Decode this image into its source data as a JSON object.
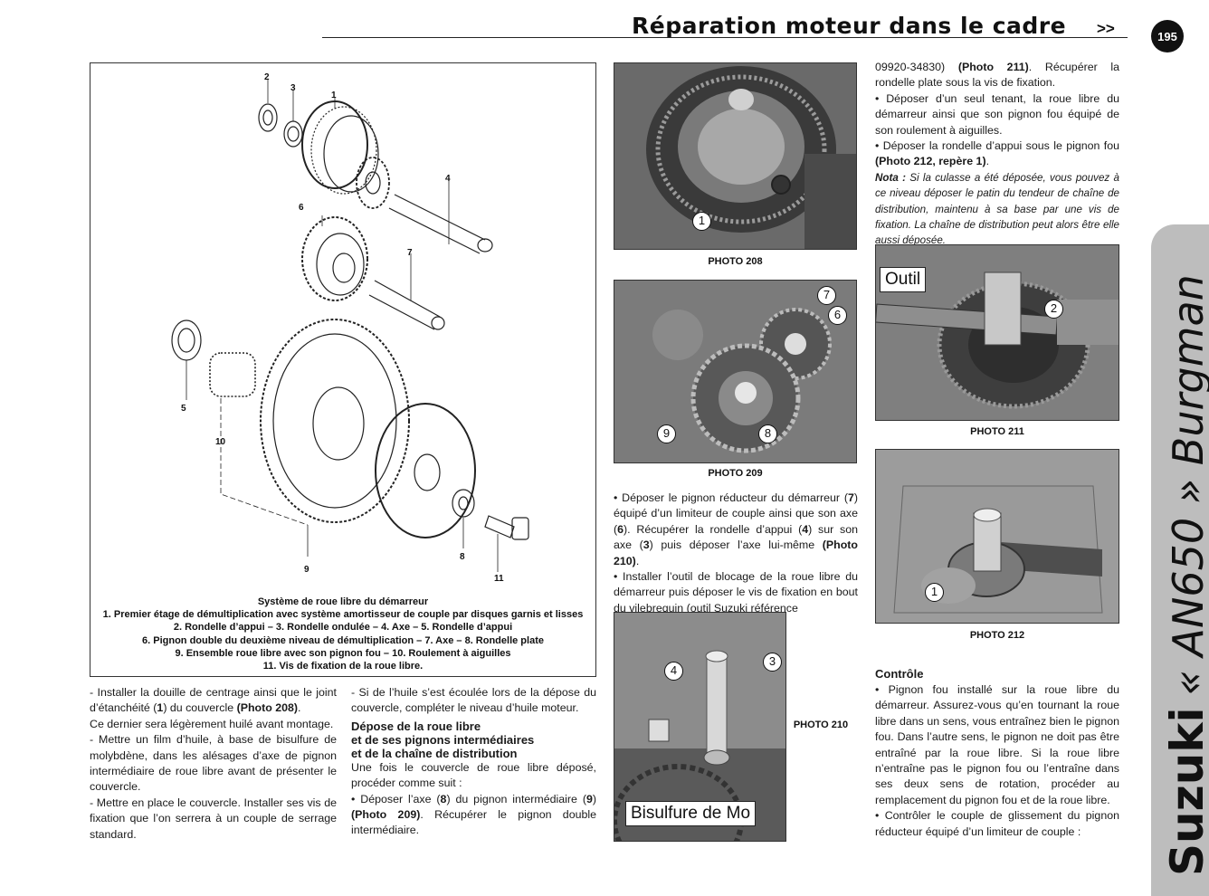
{
  "header": {
    "title": "Réparation moteur dans le cadre",
    "arrows": ">>",
    "page_number": "195"
  },
  "side_tab": {
    "brand": "Suzuki",
    "model": "« AN650 » Burgman"
  },
  "diagram": {
    "part_labels": {
      "p1": "1",
      "p2": "2",
      "p3": "3",
      "p4": "4",
      "p5": "5",
      "p6": "6",
      "p7": "7",
      "p8": "8",
      "p9": "9",
      "p10": "10",
      "p11": "11"
    },
    "caption_lines": [
      "Système de roue libre du démarreur",
      "1. Premier étage de démultiplication avec système amortisseur de couple par disques garnis et lisses",
      "2. Rondelle d’appui – 3. Rondelle ondulée – 4. Axe – 5. Rondelle d’appui",
      "6. Pignon double du deuxième niveau de démultiplication – 7. Axe – 8. Rondelle plate",
      "9. Ensemble roue libre avec son pignon fou – 10. Roulement à aiguilles",
      "11. Vis de fixation de la roue libre."
    ]
  },
  "col1": {
    "p1": "- Installer la douille de centrage ainsi que le joint d’étanchéité (",
    "p1_ref": "1",
    "p1_mid": ") du couvercle ",
    "p1_photo": "(Photo 208)",
    "p1_end": ".",
    "p2": " Ce dernier sera légèrement huilé avant montage.",
    "p3": "- Mettre un film d’huile, à base de bisulfure de molybdène, dans les alésages d’axe de pignon intermédiaire de roue libre avant de présenter le couvercle.",
    "p4": "- Mettre en place le couvercle. Installer ses vis de fixation que l’on serrera à un couple de serrage standard."
  },
  "col2": {
    "p1": "- Si de l’huile s’est écoulée lors de la dépose du couvercle, compléter le niveau d’huile moteur.",
    "heading_lines": [
      "Dépose de la roue libre",
      "et de ses pignons intermédiaires",
      "et de la chaîne de distribution"
    ],
    "p2": "Une fois le couvercle de roue libre déposé, procéder comme suit :",
    "p3_a": "• Déposer l’axe (",
    "p3_b": "8",
    "p3_c": ") du pignon intermédiaire (",
    "p3_d": "9",
    "p3_e": ") ",
    "p3_photo": "(Photo 209)",
    "p3_f": ". Récupérer le pignon double intermédiaire."
  },
  "col3": {
    "a1": "• Déposer le pignon réducteur du démarreur (",
    "a2": "7",
    "a3": ") équipé d’un limiteur de couple ainsi que son axe (",
    "a4": "6",
    "a5": "). Récupérer la rondelle d’appui (",
    "a6": "4",
    "a7": ") sur son axe (",
    "a8": "3",
    "a9": ") puis déposer l’axe lui-même ",
    "a_photo": "(Photo 210)",
    "a10": ".",
    "b": "• Installer l’outil de blocage de la roue libre du démarreur puis déposer le vis de fixation en bout du vilebrequin (outil Suzuki référence"
  },
  "col4": {
    "p1_a": "09920-34830) ",
    "p1_photo": "(Photo 211)",
    "p1_b": ". Récupérer la rondelle plate sous la vis de fixation.",
    "p2": "• Déposer d’un seul tenant, la roue libre du démarreur ainsi que son pignon fou équipé de son roulement à aiguilles.",
    "p3_a": "• Déposer la rondelle d’appui sous le pignon fou ",
    "p3_photo": "(Photo 212, repère 1)",
    "p3_b": ".",
    "nota_label": "Nota :",
    "nota_text": " Si la culasse a été déposée, vous pouvez à ce niveau déposer le patin du tendeur de chaîne de distribution, maintenu à sa base par une vis de fixation. La chaîne de distribution peut alors être elle aussi déposée.",
    "controle_heading": "Contrôle",
    "c1": "• Pignon fou installé sur la roue libre du démarreur. Assurez-vous qu’en tournant la roue libre dans un sens, vous entraînez bien le pignon fou. Dans l’autre sens, le pignon ne doit pas être entraîné par la roue libre. Si la roue libre n’entraîne pas le pignon fou ou l’entraîne dans ses deux sens de rotation, procéder au remplacement du pignon fou et de la roue libre.",
    "c2": "• Contrôler le couple de glissement du pignon réducteur équipé d’un limiteur de couple :"
  },
  "photos": {
    "p208": {
      "caption": "PHOTO 208",
      "m1": "1"
    },
    "p209": {
      "caption": "PHOTO 209",
      "m7": "7",
      "m6": "6",
      "m9": "9",
      "m8": "8"
    },
    "p210": {
      "caption": "PHOTO 210",
      "m4": "4",
      "m3": "3",
      "label": "Bisulfure de Mo"
    },
    "p211": {
      "caption": "PHOTO 211",
      "m2": "2",
      "label": "Outil"
    },
    "p212": {
      "caption": "PHOTO 212",
      "m1": "1"
    }
  }
}
